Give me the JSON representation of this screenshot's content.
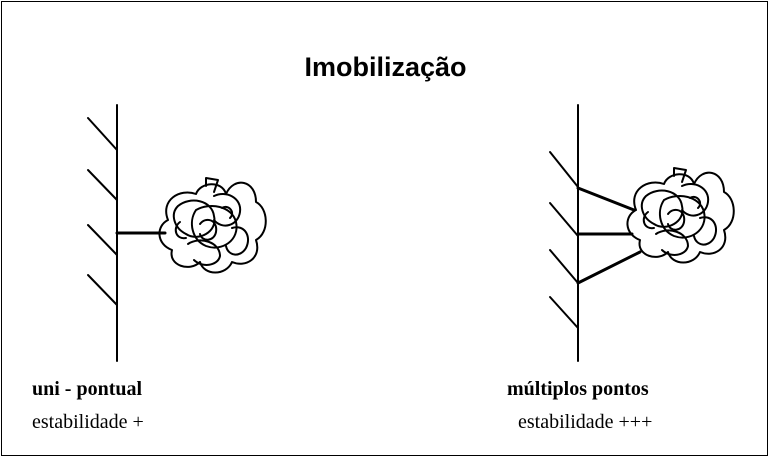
{
  "title": "Imobilização",
  "panels": [
    {
      "heading": "uni - pontual",
      "stability": "estabilidade +"
    },
    {
      "heading": "múltiplos pontos",
      "stability": "estabilidade +++"
    }
  ]
}
